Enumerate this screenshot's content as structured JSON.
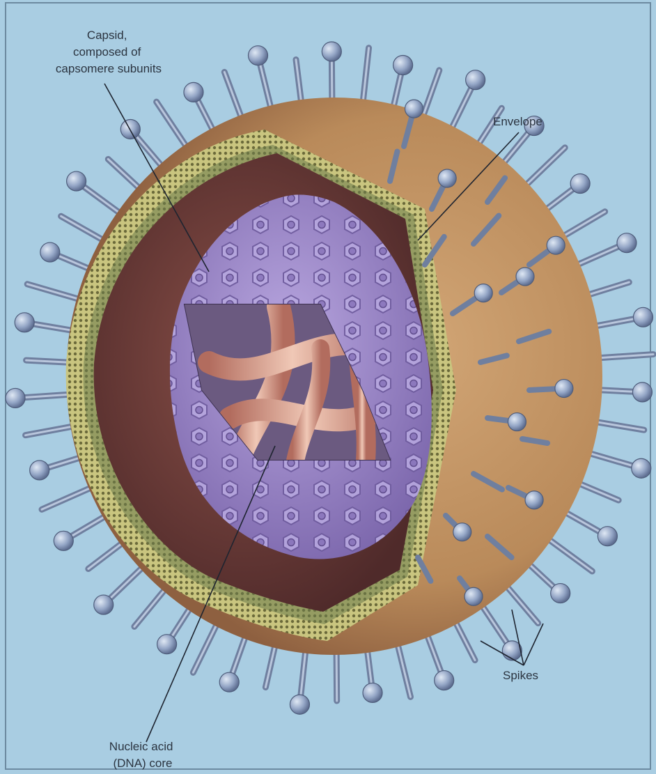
{
  "colors": {
    "background": "#a9cde2",
    "envelope_outer": "#b98a5a",
    "envelope_inner": "#6a3a36",
    "lipid_layer": "#cfc98a",
    "capsid": "#9a86c4",
    "capsomere": "#b6a6dc",
    "dna": "#d9a48c",
    "spike": "#7f8fb0",
    "spike_head": "#94a6c6",
    "leader_line": "#1e2430"
  },
  "labels": {
    "capsid": [
      "Capsid,",
      "composed of",
      "capsomere subunits"
    ],
    "envelope": "Envelope",
    "spikes": "Spikes",
    "nucleic_acid": [
      "Nucleic acid",
      "(DNA) core"
    ]
  },
  "icons": {
    "virion": "enveloped-virus-illustration",
    "spike": "glycoprotein-spike-icon",
    "capsomere": "hexagonal-capsomere-icon"
  }
}
